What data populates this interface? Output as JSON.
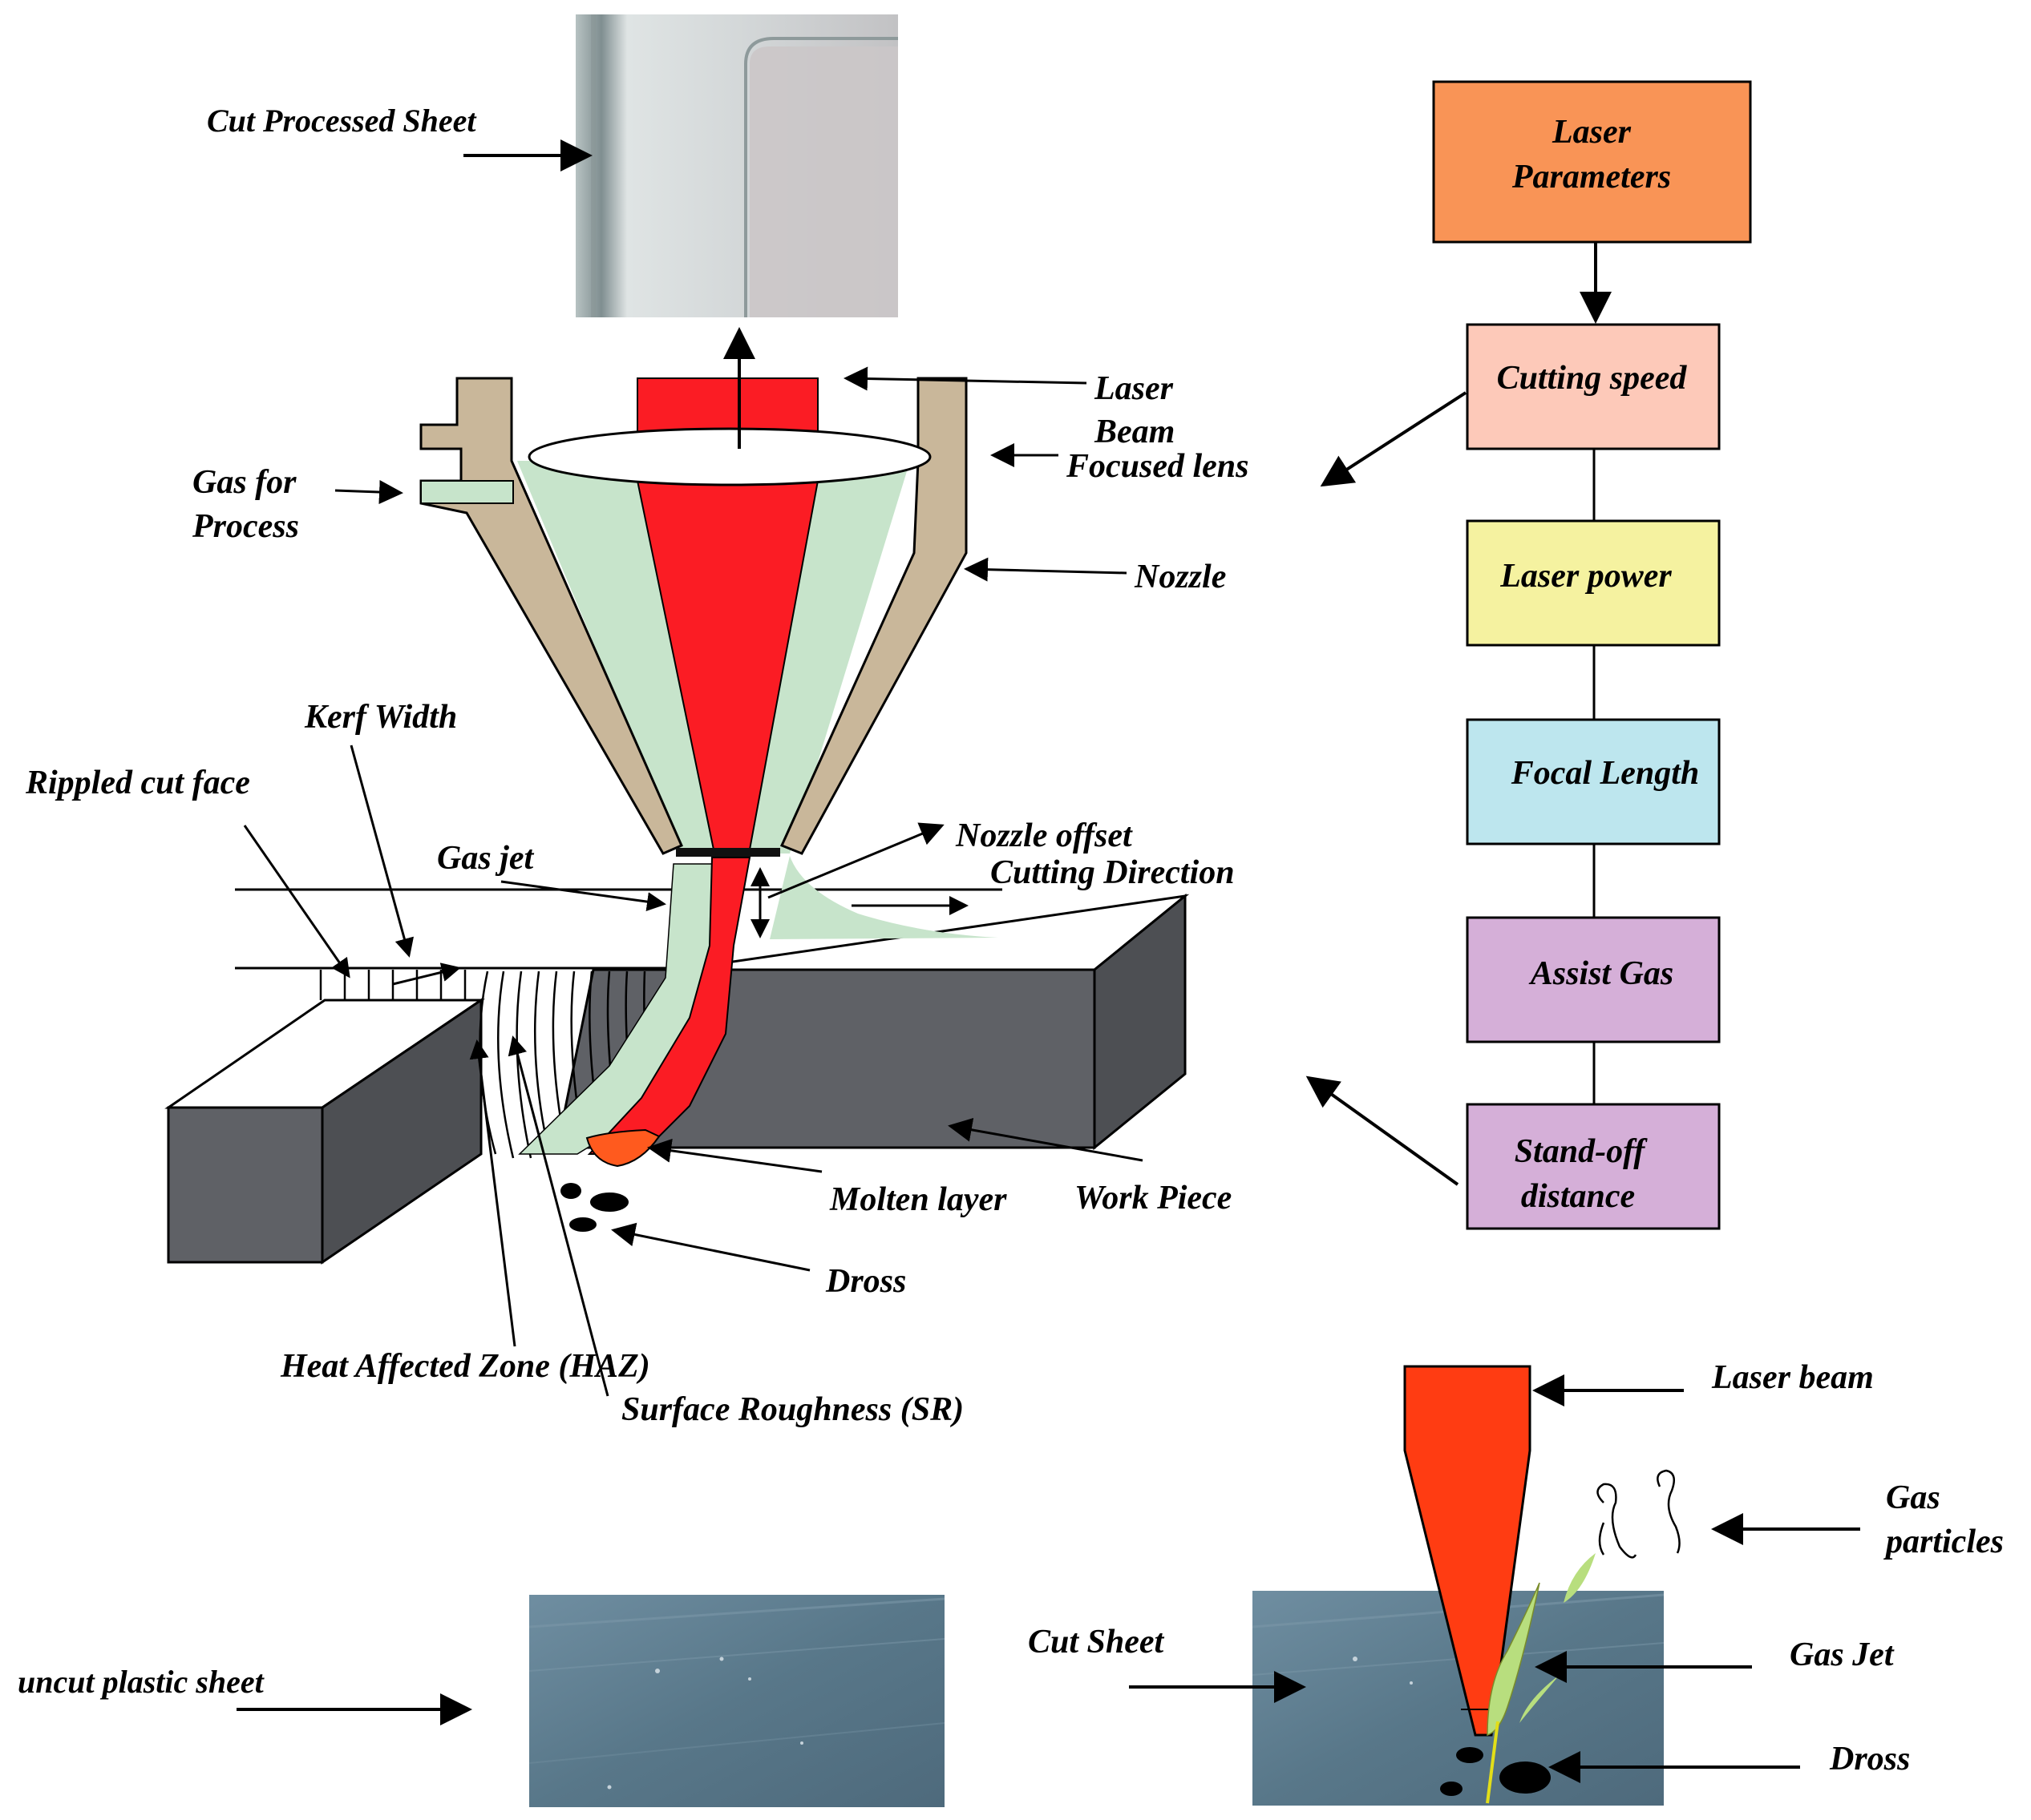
{
  "colors": {
    "laser_params": "#f99456",
    "cutting_speed": "#fdc9b9",
    "laser_power": "#f5f2a0",
    "focal_length": "#bde6ee",
    "assist_gas": "#d5afd8",
    "standoff": "#d5afd8",
    "nozzle_body": "#c9b79a",
    "gas_flow": "#c7e4cb",
    "beam": "#fb1c24",
    "workpiece_dark": "#5f6166",
    "workpiece_top": "#ffffff",
    "molten": "#ff5a1e",
    "sheet_photo": "#5d7b8f",
    "processed_photo": "#c9cfd0",
    "laser_beam_small": "#ff3c12",
    "gas_jet_small": "#b8de7e"
  },
  "flowchart": {
    "laser_parameters": [
      "Laser",
      "Parameters"
    ],
    "cutting_speed": "Cutting speed",
    "laser_power": "Laser power",
    "focal_length": "Focal Length",
    "assist_gas": "Assist Gas",
    "standoff": [
      "Stand-off",
      "distance"
    ]
  },
  "labels": {
    "cut_processed_sheet": "Cut Processed Sheet",
    "laser_beam": [
      "Laser",
      "Beam"
    ],
    "focused_lens": "Focused lens",
    "gas_for_process": [
      "Gas for",
      "Process"
    ],
    "nozzle": "Nozzle",
    "kerf_width": "Kerf Width",
    "rippled_cut_face": "Rippled cut face",
    "gas_jet": "Gas jet",
    "nozzle_offset": "Nozzle offset",
    "cutting_direction": "Cutting Direction",
    "molten_layer": "Molten layer",
    "work_piece": "Work Piece",
    "dross": "Dross",
    "haz": "Heat Affected Zone (HAZ)",
    "surface_roughness": "Surface Roughness (SR)",
    "uncut_plastic_sheet": "uncut plastic sheet",
    "cut_sheet": "Cut Sheet",
    "laser_beam_small": "Laser beam",
    "gas_particles": [
      "Gas",
      "particles"
    ],
    "gas_jet_small": "Gas Jet",
    "dross_small": "Dross"
  }
}
